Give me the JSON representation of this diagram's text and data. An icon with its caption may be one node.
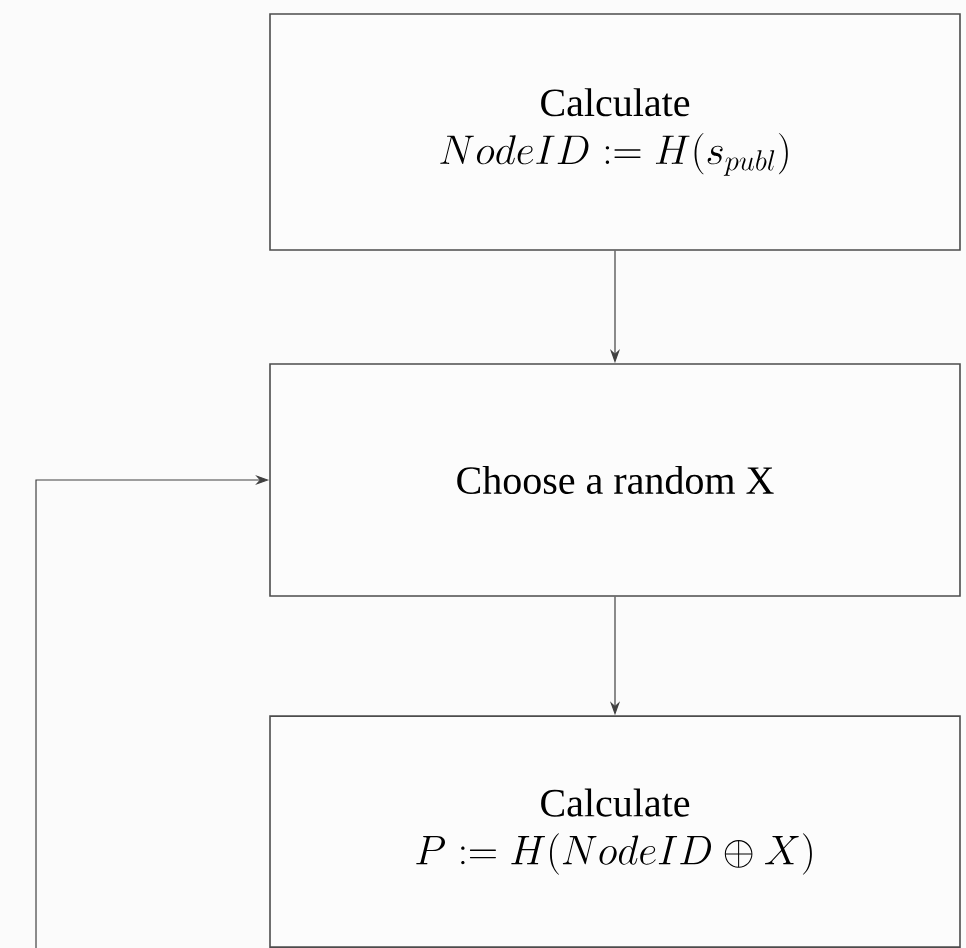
{
  "diagram": {
    "nodes": [
      {
        "text": [
          "Calculate",
          "NodeID := H(s_{publ})"
        ]
      },
      {
        "text": [
          "Choose a random X"
        ]
      },
      {
        "text": [
          "Calculate",
          "P := H(NodeID \\oplus X)"
        ]
      }
    ],
    "edges": [
      {
        "from": 0,
        "to": 1,
        "arrow": "to"
      },
      {
        "from": 1,
        "to": 2,
        "arrow": "to"
      },
      {
        "from": null,
        "to": 1,
        "arrow": "to"
      }
    ]
  }
}
